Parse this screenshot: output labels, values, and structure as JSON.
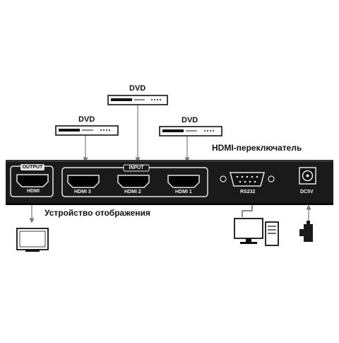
{
  "devices": {
    "dvd_top": "DVD",
    "dvd_left": "DVD",
    "dvd_right": "DVD"
  },
  "switch_title": "HDMI-переключатель",
  "output_group": {
    "label": "OUTPUT",
    "port": "HDMI"
  },
  "input_group": {
    "label": "INPUT",
    "ports": [
      "HDMI 3",
      "HDMI 2",
      "HDMI 1"
    ]
  },
  "serial_port": "RS232",
  "power_port": "DC5V",
  "display_label": "Устройство отображения",
  "colors": {
    "panel": "#1a1a1a",
    "port_outline": "#e6e6e6",
    "line": "#7a7a7a",
    "device_outline": "#111111"
  }
}
